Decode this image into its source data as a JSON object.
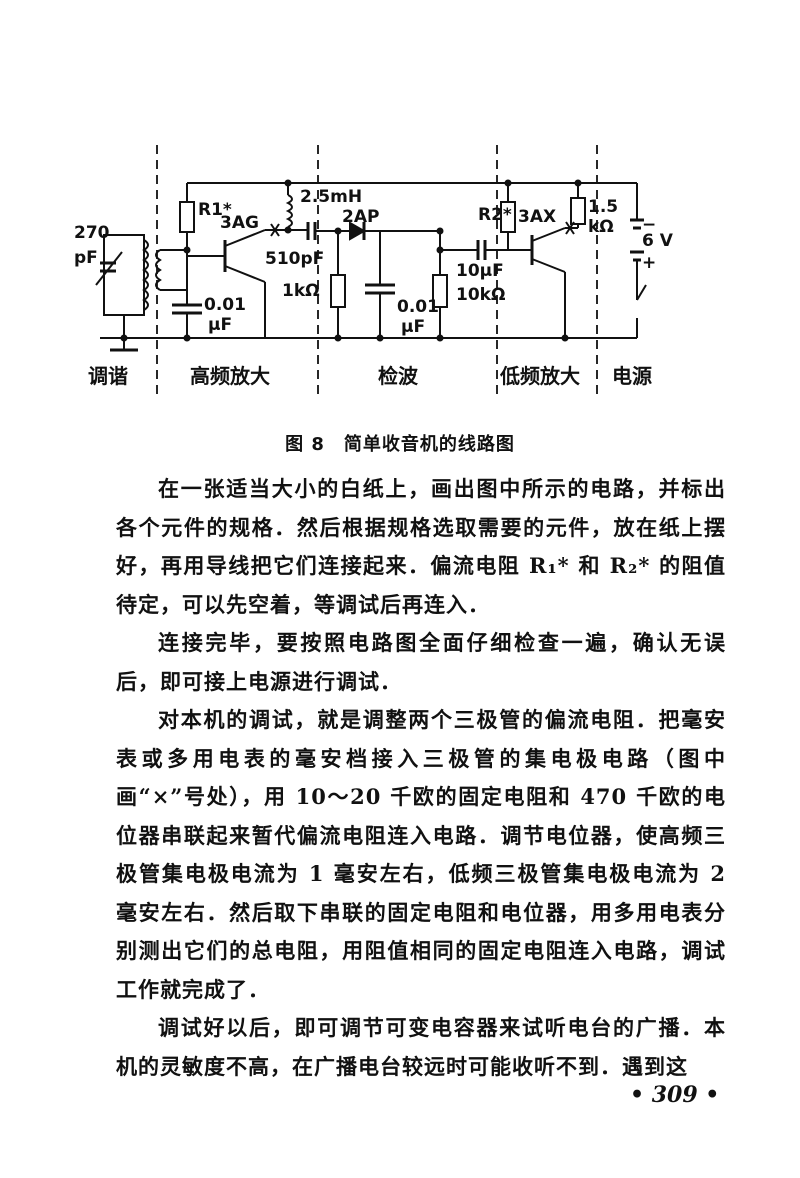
{
  "figure": {
    "labels": {
      "cap270": "270",
      "pF": "pF",
      "r1": "R1*",
      "tr1": "3AG",
      "c001a_1": "0.01",
      "c001a_2": "μF",
      "coil": "2.5mH",
      "c510": "510pF",
      "r1k": "1kΩ",
      "diode": "2AP",
      "c001b_1": "0.01",
      "c001b_2": "μF",
      "r2": "R2*",
      "c10": "10μF",
      "r10k": "10kΩ",
      "tr2": "3AX",
      "r15_1": "1.5",
      "r15_2": "kΩ",
      "minus": "−",
      "volt": "6 V",
      "plus": "+"
    },
    "sections": [
      "调谐",
      "高频放大",
      "检波",
      "低频放大",
      "电源"
    ]
  },
  "caption": "图 8　简单收音机的线路图",
  "paragraphs": [
    "在一张适当大小的白纸上，画出图中所示的电路，并标出各个元件的规格．然后根据规格选取需要的元件，放在纸上摆好，再用导线把它们连接起来．偏流电阻 R₁* 和 R₂* 的阻值待定，可以先空着，等调试后再连入．",
    "连接完毕，要按照电路图全面仔细检查一遍，确认无误后，即可接上电源进行调试．",
    "对本机的调试，就是调整两个三极管的偏流电阻．把毫安表或多用电表的毫安档接入三极管的集电极电路（图中画“×”号处），用 10～20 千欧的固定电阻和 470 千欧的电位器串联起来暂代偏流电阻连入电路．调节电位器，使高频三极管集电极电流为 1 毫安左右，低频三极管集电极电流为 2 毫安左右．然后取下串联的固定电阻和电位器，用多用电表分别测出它们的总电阻，用阻值相同的固定电阻连入电路，调试工作就完成了．",
    "调试好以后，即可调节可变电容器来试听电台的广播．本机的灵敏度不高，在广播电台较远时可能收听不到．遇到这"
  ],
  "page_number": "• 309 •"
}
